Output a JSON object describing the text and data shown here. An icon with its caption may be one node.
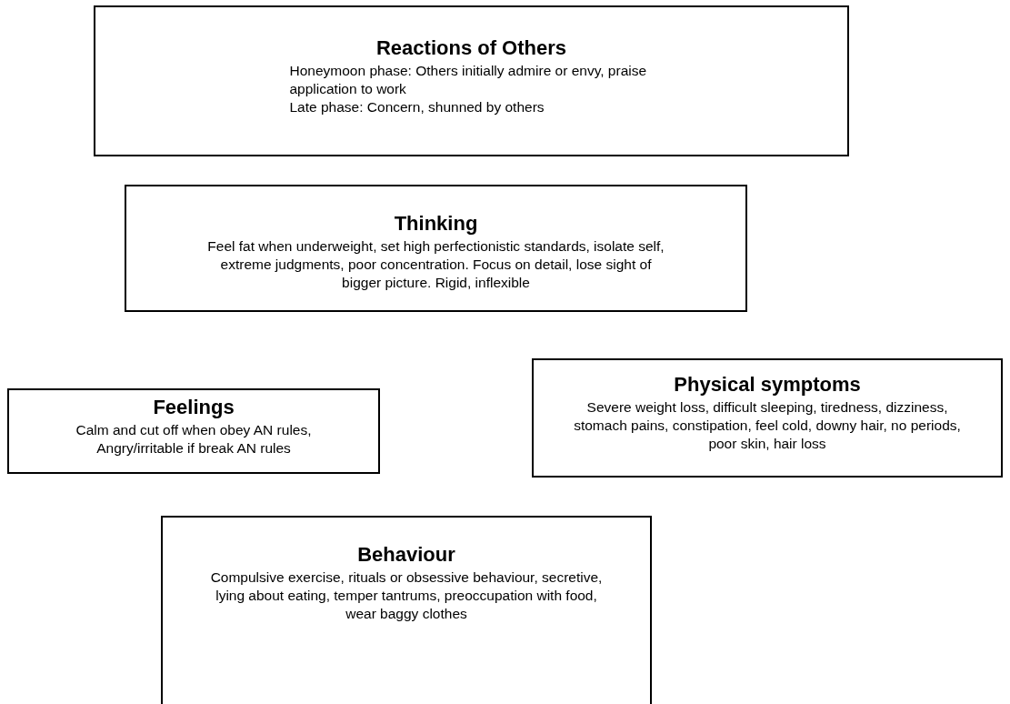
{
  "diagram": {
    "nodes": [
      {
        "text": [
          "Reactions of Others",
          "Honeymoon phase: Others initially admire or envy, praise application to work",
          "Late phase: Concern, shunned by others"
        ]
      },
      {
        "text": [
          "Thinking",
          "Feel fat when underweight, set high perfectionistic standards, isolate self, extreme judgments, poor concentration. Focus on detail, lose sight of bigger picture. Rigid, inflexible"
        ]
      },
      {
        "text": [
          "Feelings",
          "Calm and cut off when obey AN rules, Angry/irritable if break AN rules"
        ]
      },
      {
        "text": [
          "Physical symptoms",
          "Severe weight loss, difficult sleeping, tiredness, dizziness, stomach pains, constipation, feel cold, downy hair, no periods, poor skin, hair loss"
        ]
      },
      {
        "text": [
          "Behaviour",
          "Compulsive exercise, rituals or obsessive behaviour, secretive, lying about eating, temper tantrums, preoccupation with food, wear baggy clothes"
        ]
      }
    ]
  }
}
